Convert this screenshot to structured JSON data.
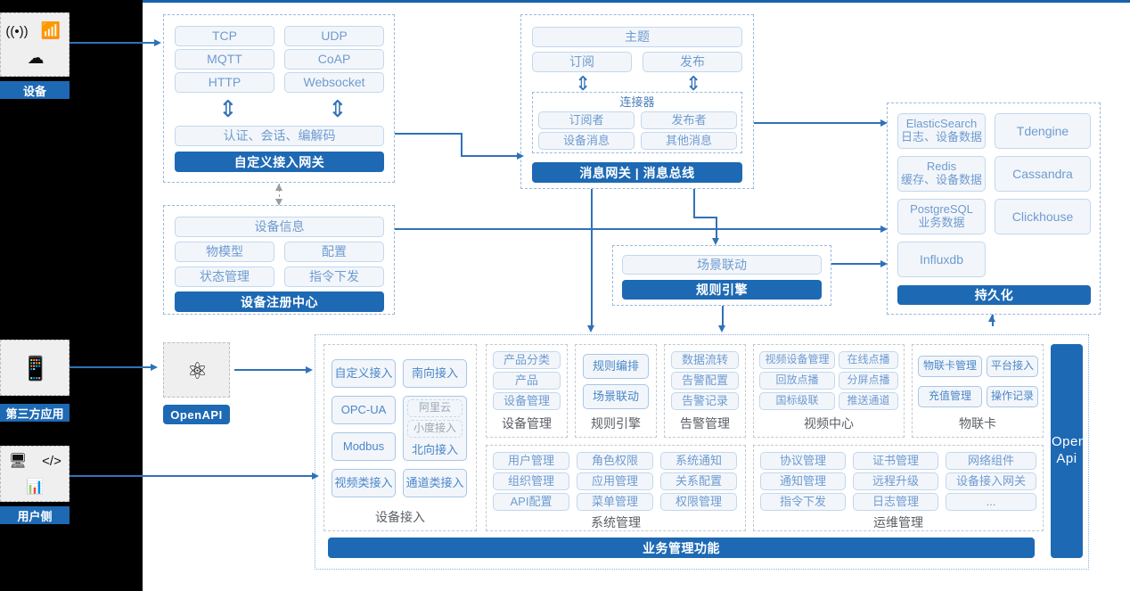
{
  "left_rail": {
    "items": [
      {
        "label": "设备",
        "icons": [
          "signal-icon",
          "router-icon",
          "cloud-icon"
        ]
      },
      {
        "label": "第三方应用",
        "icons": [
          "mobile-icon"
        ]
      },
      {
        "label": "用户侧",
        "icons": [
          "app-window-icon",
          "code-window-icon",
          "chart-window-icon"
        ]
      }
    ]
  },
  "openapi": {
    "badge": "OpenAPI",
    "icon": "api-atom-icon"
  },
  "gateway": {
    "protocols": [
      "TCP",
      "UDP",
      "MQTT",
      "CoAP",
      "HTTP",
      "Websocket"
    ],
    "middle": "认证、会话、编解码",
    "bar": "自定义接入网关"
  },
  "message_bus": {
    "topic": "主题",
    "pubsub": [
      "订阅",
      "发布"
    ],
    "connector_title": "连接器",
    "connector_items": [
      "订阅者",
      "发布者",
      "设备消息",
      "其他消息"
    ],
    "bar": "消息网关 | 消息总线"
  },
  "registry": {
    "header": "设备信息",
    "items": [
      "物模型",
      "配置",
      "状态管理",
      "指令下发"
    ],
    "bar": "设备注册中心"
  },
  "rule_engine": {
    "top": "场景联动",
    "bar": "规则引擎"
  },
  "persistence": {
    "items": [
      {
        "name": "ElasticSearch",
        "sub": "日志、设备数据"
      },
      {
        "name": "Tdengine",
        "sub": ""
      },
      {
        "name": "Redis",
        "sub": "缓存、设备数据"
      },
      {
        "name": "Cassandra",
        "sub": ""
      },
      {
        "name": "PostgreSQL",
        "sub": "业务数据"
      },
      {
        "name": "Clickhouse",
        "sub": ""
      },
      {
        "name": "Influxdb",
        "sub": ""
      }
    ],
    "bar": "持久化"
  },
  "business": {
    "bar": "业务管理功能",
    "open_api_side": "Open Api",
    "device_access": {
      "caption": "设备接入",
      "items": [
        "自定义接入",
        "南向接入",
        "OPC-UA",
        "阿里云",
        "小度接入",
        "北向接入",
        "Modbus",
        "视频类接入",
        "通道类接入"
      ]
    },
    "groups": [
      {
        "caption": "设备管理",
        "items": [
          "产品分类",
          "产品",
          "设备管理"
        ]
      },
      {
        "caption": "规则引擎",
        "items": [
          "规则编排",
          "场景联动"
        ]
      },
      {
        "caption": "告警管理",
        "items": [
          "数据流转",
          "告警配置",
          "告警记录"
        ]
      },
      {
        "caption": "视频中心",
        "items": [
          "视频设备管理",
          "在线点播",
          "回放点播",
          "分屏点播",
          "国标级联",
          "推送通道"
        ]
      },
      {
        "caption": "物联卡",
        "items": [
          "物联卡管理",
          "平台接入",
          "充值管理",
          "操作记录"
        ]
      },
      {
        "caption": "系统管理",
        "items": [
          "用户管理",
          "角色权限",
          "系统通知",
          "组织管理",
          "应用管理",
          "关系配置",
          "API配置",
          "菜单管理",
          "权限管理"
        ]
      },
      {
        "caption": "运维管理",
        "items": [
          "协议管理",
          "证书管理",
          "网络组件",
          "通知管理",
          "远程升级",
          "设备接入网关",
          "指令下发",
          "日志管理",
          "..."
        ]
      }
    ]
  },
  "colors": {
    "accent": "#1d69b4",
    "chip_text": "#6f9bd1",
    "chip_bg": "#f2f6fa",
    "line": "#2f72b8"
  }
}
